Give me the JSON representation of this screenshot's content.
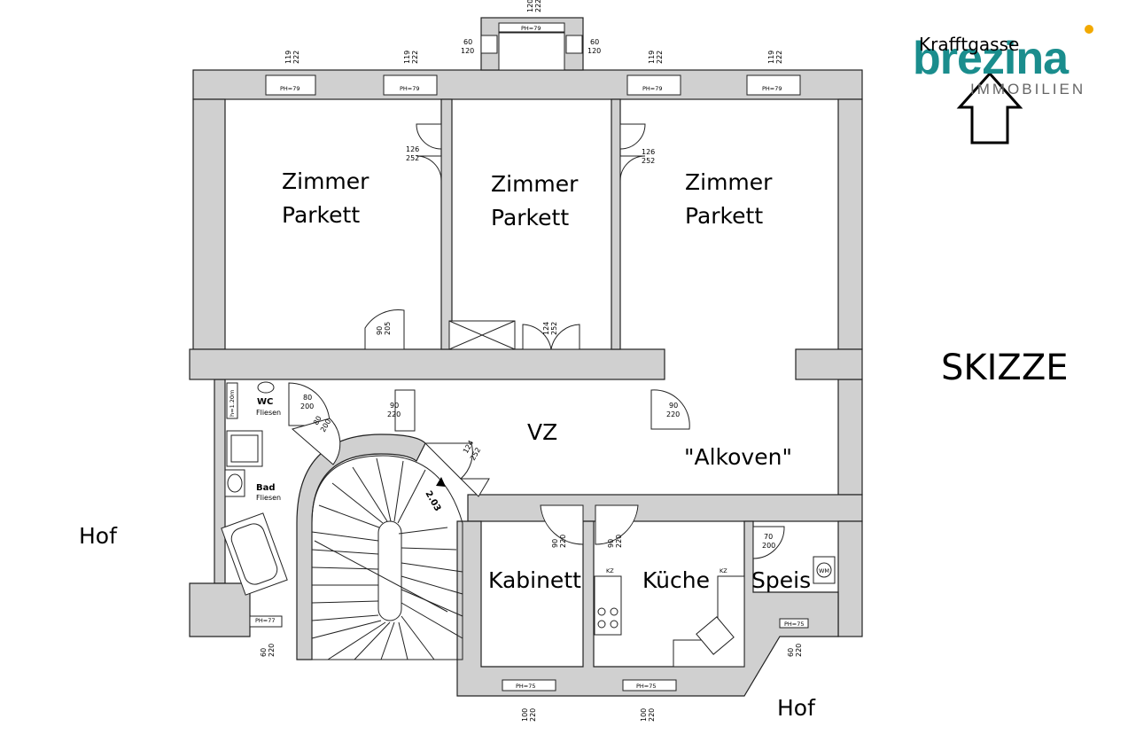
{
  "brand": {
    "name": "brezina",
    "sub": "IMMOBILIEN",
    "colors": {
      "teal": "#1a8d8d",
      "dot": "#f2a900"
    }
  },
  "street": "Krafftgasse",
  "stamp": "SKIZZE",
  "rooms": {
    "zimmer1": [
      "Zimmer",
      "Parkett"
    ],
    "zimmer2": [
      "Zimmer",
      "Parkett"
    ],
    "zimmer3": [
      "Zimmer",
      "Parkett"
    ],
    "vz": "VZ",
    "alkoven": "\"Alkoven\"",
    "kabinett": "Kabinett",
    "kueche": "Küche",
    "speis": "Speis",
    "wc": "WC",
    "wc_floor": "Fliesen",
    "wc_height": "h=1.20m",
    "bad": "Bad",
    "bad_floor": "Fliesen",
    "hof_left": "Hof",
    "hof_bottom": "Hof",
    "kz1": "KZ",
    "kz2": "KZ",
    "stair": "2.03",
    "wm": "WM"
  },
  "windows": {
    "w1": [
      "119",
      "222",
      "PH=79"
    ],
    "w2": [
      "119",
      "222",
      "PH=79"
    ],
    "w3": [
      "120",
      "222",
      "PH=79"
    ],
    "w3_side_l": [
      "60",
      "120"
    ],
    "w3_side_r": [
      "60",
      "120"
    ],
    "w4": [
      "119",
      "222",
      "PH=79"
    ],
    "w5": [
      "119",
      "222",
      "PH=79"
    ],
    "wbad": [
      "60",
      "220",
      "PH=77"
    ],
    "wkab": [
      "100",
      "220",
      "PH=75"
    ],
    "wkue": [
      "100",
      "220",
      "PH=75"
    ],
    "wspeis": [
      "60",
      "220",
      "PH=75"
    ]
  },
  "doors": {
    "d1": [
      "126",
      "252"
    ],
    "d2": [
      "126",
      "252"
    ],
    "d3": [
      "90",
      "205"
    ],
    "d4": [
      "124",
      "252"
    ],
    "d5": [
      "90",
      "220"
    ],
    "d6": [
      "90",
      "220"
    ],
    "d7": [
      "80",
      "200"
    ],
    "d8": [
      "80",
      "200"
    ],
    "d9": [
      "124",
      "252"
    ],
    "d10": [
      "90",
      "220"
    ],
    "d11": [
      "90",
      "220"
    ],
    "d12": [
      "70",
      "200"
    ]
  }
}
